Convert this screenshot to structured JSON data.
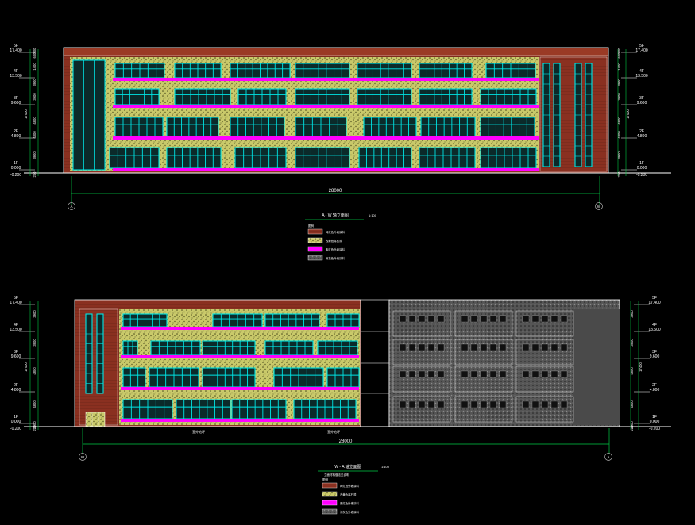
{
  "colors": {
    "background": "#000000",
    "brick": "#8f3320",
    "stucco": "#cfcf74",
    "magenta": "#ff00ff",
    "cyan": "#00e6e6",
    "line": "#ffffff",
    "dim": "#00cc44",
    "axis": "#b0b0b0",
    "title_line": "#00cc44",
    "grey_panel": "#6a6a6a"
  },
  "elevation_top": {
    "title": "A - W 轴立面图",
    "scale": "1:100",
    "total_dim": "28000",
    "axis_left": "A",
    "axis_right": "W",
    "levels": [
      {
        "floor": "5F",
        "elev": "17.400"
      },
      {
        "floor": "4F",
        "elev": "13.500"
      },
      {
        "floor": "3F",
        "elev": "9.600"
      },
      {
        "floor": "2F",
        "elev": "4.800"
      },
      {
        "floor": "1F",
        "elev": "0.000"
      }
    ],
    "ground": "-0.200",
    "dims_vertical": [
      "900",
      "600",
      "1400",
      "3900",
      "3900",
      "4800",
      "4800",
      "3900",
      "200"
    ],
    "total_height": "17400",
    "legend_header": "图例",
    "legend": [
      "砖红色外墙涂料",
      "浅黄色真石漆",
      "紫红色外墙涂料",
      "深灰色外墙涂料"
    ]
  },
  "elevation_bottom": {
    "title": "W - A 轴立面图",
    "scale": "1:100",
    "total_dim": "28000",
    "axis_left": "W",
    "axis_right": "A",
    "levels": [
      {
        "floor": "5F",
        "elev": "17.400"
      },
      {
        "floor": "4F",
        "elev": "13.500"
      },
      {
        "floor": "3F",
        "elev": "9.600"
      },
      {
        "floor": "2F",
        "elev": "4.800"
      },
      {
        "floor": "1F",
        "elev": "0.000"
      }
    ],
    "ground": "-0.200",
    "dims_vertical": [
      "3900",
      "3900",
      "4800",
      "4800",
      "3900",
      "200"
    ],
    "total_height": "17400",
    "label_a": "室外地坪",
    "label_b": "室外地坪",
    "legend_header": "图例",
    "legend_top_note": "立面材料做法见说明",
    "legend": [
      "砖红色外墙涂料",
      "浅黄色真石漆",
      "紫红色外墙涂料",
      "深灰色外墙涂料"
    ]
  }
}
